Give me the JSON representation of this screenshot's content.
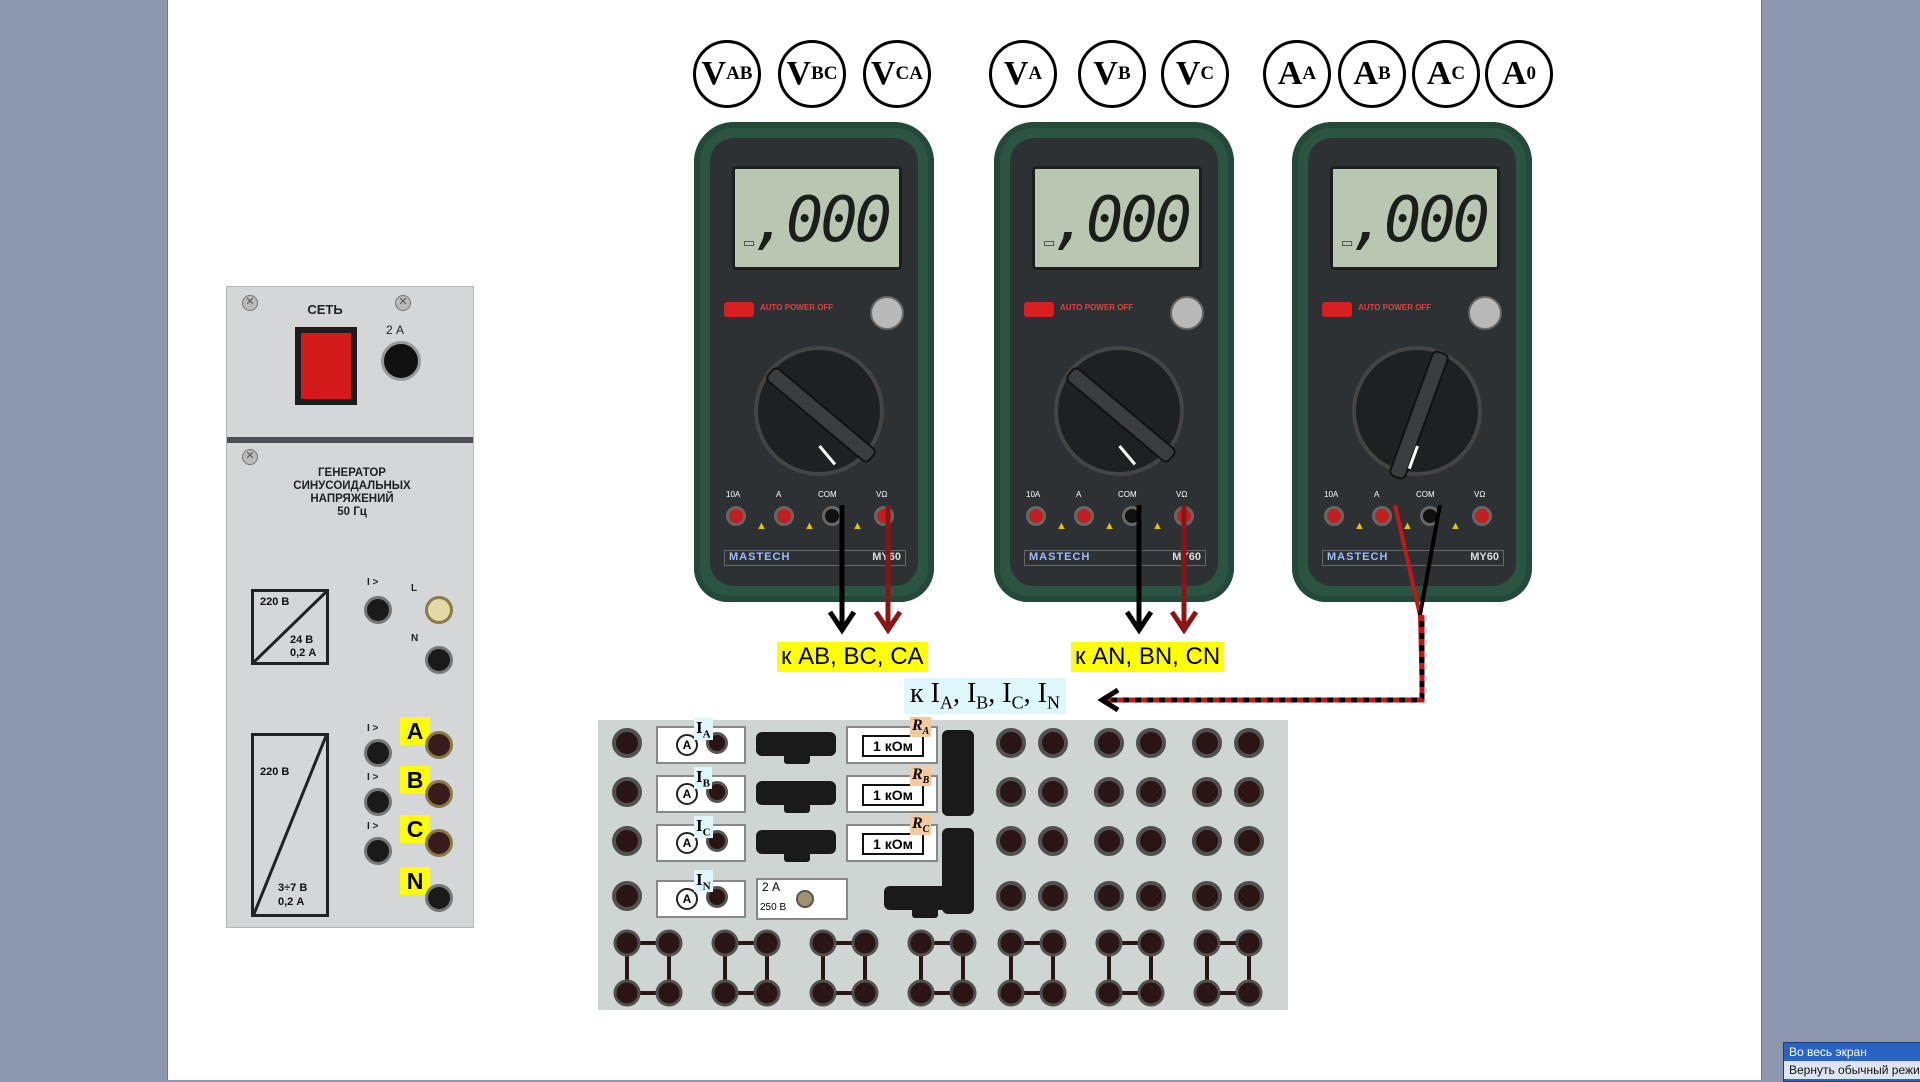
{
  "measurements": {
    "voltage_line": [
      {
        "main": "V",
        "sub": "AB"
      },
      {
        "main": "V",
        "sub": "BC"
      },
      {
        "main": "V",
        "sub": "CA"
      }
    ],
    "voltage_phase": [
      {
        "main": "V",
        "sub": "A"
      },
      {
        "main": "V",
        "sub": "B"
      },
      {
        "main": "V",
        "sub": "C"
      }
    ],
    "current": [
      {
        "main": "A",
        "sub": "A"
      },
      {
        "main": "A",
        "sub": "B"
      },
      {
        "main": "A",
        "sub": "C"
      },
      {
        "main": "A",
        "sub": "0"
      }
    ]
  },
  "multimeters": [
    {
      "reading": ",000",
      "brand": "MASTECH",
      "model": "MY60",
      "auto_power": "AUTO POWER OFF"
    },
    {
      "reading": ",000",
      "brand": "MASTECH",
      "model": "MY60",
      "auto_power": "AUTO POWER OFF"
    },
    {
      "reading": ",000",
      "brand": "MASTECH",
      "model": "MY60",
      "auto_power": "AUTO POWER OFF"
    }
  ],
  "meter_labels": {
    "jack_10a": "10A",
    "jack_a": "A",
    "jack_com": "COM",
    "jack_vo": "VΩ"
  },
  "connection_labels": {
    "line_voltage": "к AB, BC, CA",
    "phase_voltage": "к AN, BN, CN",
    "currents_prefix": "к I",
    "currents": [
      {
        "sub": "A",
        "sep": ", I"
      },
      {
        "sub": "B",
        "sep": ", I"
      },
      {
        "sub": "C",
        "sep": ", I"
      },
      {
        "sub": "N",
        "sep": ""
      }
    ]
  },
  "generator_panel": {
    "net_label": "СЕТЬ",
    "fuse_label": "2 А",
    "title_lines": [
      "ГЕНЕРАТОР",
      "СИНУСОИДАЛЬНЫХ",
      "НАПРЯЖЕНИЙ",
      "50 Гц"
    ],
    "transformer": {
      "input": "220 В",
      "output": "24 В",
      "current": "0,2 А"
    },
    "generator3": {
      "input": "220 В",
      "output": "3÷7 В",
      "current": "0,2 А"
    },
    "l_label": "L",
    "n_label": "N",
    "overload": "I >",
    "phases": [
      "A",
      "B",
      "C",
      "N"
    ]
  },
  "board": {
    "ammeter_labels": [
      {
        "main": "I",
        "sub": "A"
      },
      {
        "main": "I",
        "sub": "B"
      },
      {
        "main": "I",
        "sub": "C"
      },
      {
        "main": "I",
        "sub": "N"
      }
    ],
    "resistors": [
      {
        "value": "1 кОм",
        "label_main": "R",
        "label_sub": "A"
      },
      {
        "value": "1 кОм",
        "label_main": "R",
        "label_sub": "B"
      },
      {
        "value": "1 кОм",
        "label_main": "R",
        "label_sub": "C"
      }
    ],
    "neutral_fuse": {
      "rating": "2 А",
      "voltage": "250 В"
    },
    "ammeter_symbol": "A"
  },
  "taskbar": {
    "fullscreen": "Во весь экран",
    "restore": "Вернуть обычный режим"
  },
  "colors": {
    "phase_wire": "#8b1414",
    "neutral_wire": "#1a2ccd",
    "meter_body": "#2c5443",
    "label_yellow": "#ffff00",
    "label_cyan": "#dff7fb"
  }
}
